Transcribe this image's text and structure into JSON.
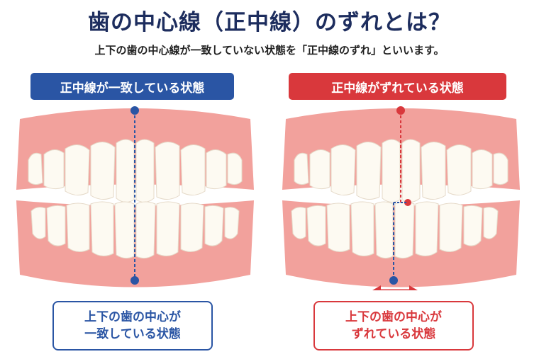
{
  "header": {
    "title": "歯の中心線（正中線）のずれとは？",
    "subtitle": "上下の歯の中心線が一致していない状態を「正中線のずれ」といいます。"
  },
  "panels": [
    {
      "label": "正中線が一致している状態",
      "caption_line1": "上下の歯の中心が",
      "caption_line2": "一致している状態"
    },
    {
      "label": "正中線がずれている状態",
      "caption_line1": "上下の歯の中心が",
      "caption_line2": "ずれている状態"
    }
  ],
  "colors": {
    "blue": "#2a55a4",
    "red": "#d9383c",
    "gum": "#f2a19c",
    "gum_dark": "#e57f7a",
    "tooth": "#fdfaf2"
  }
}
